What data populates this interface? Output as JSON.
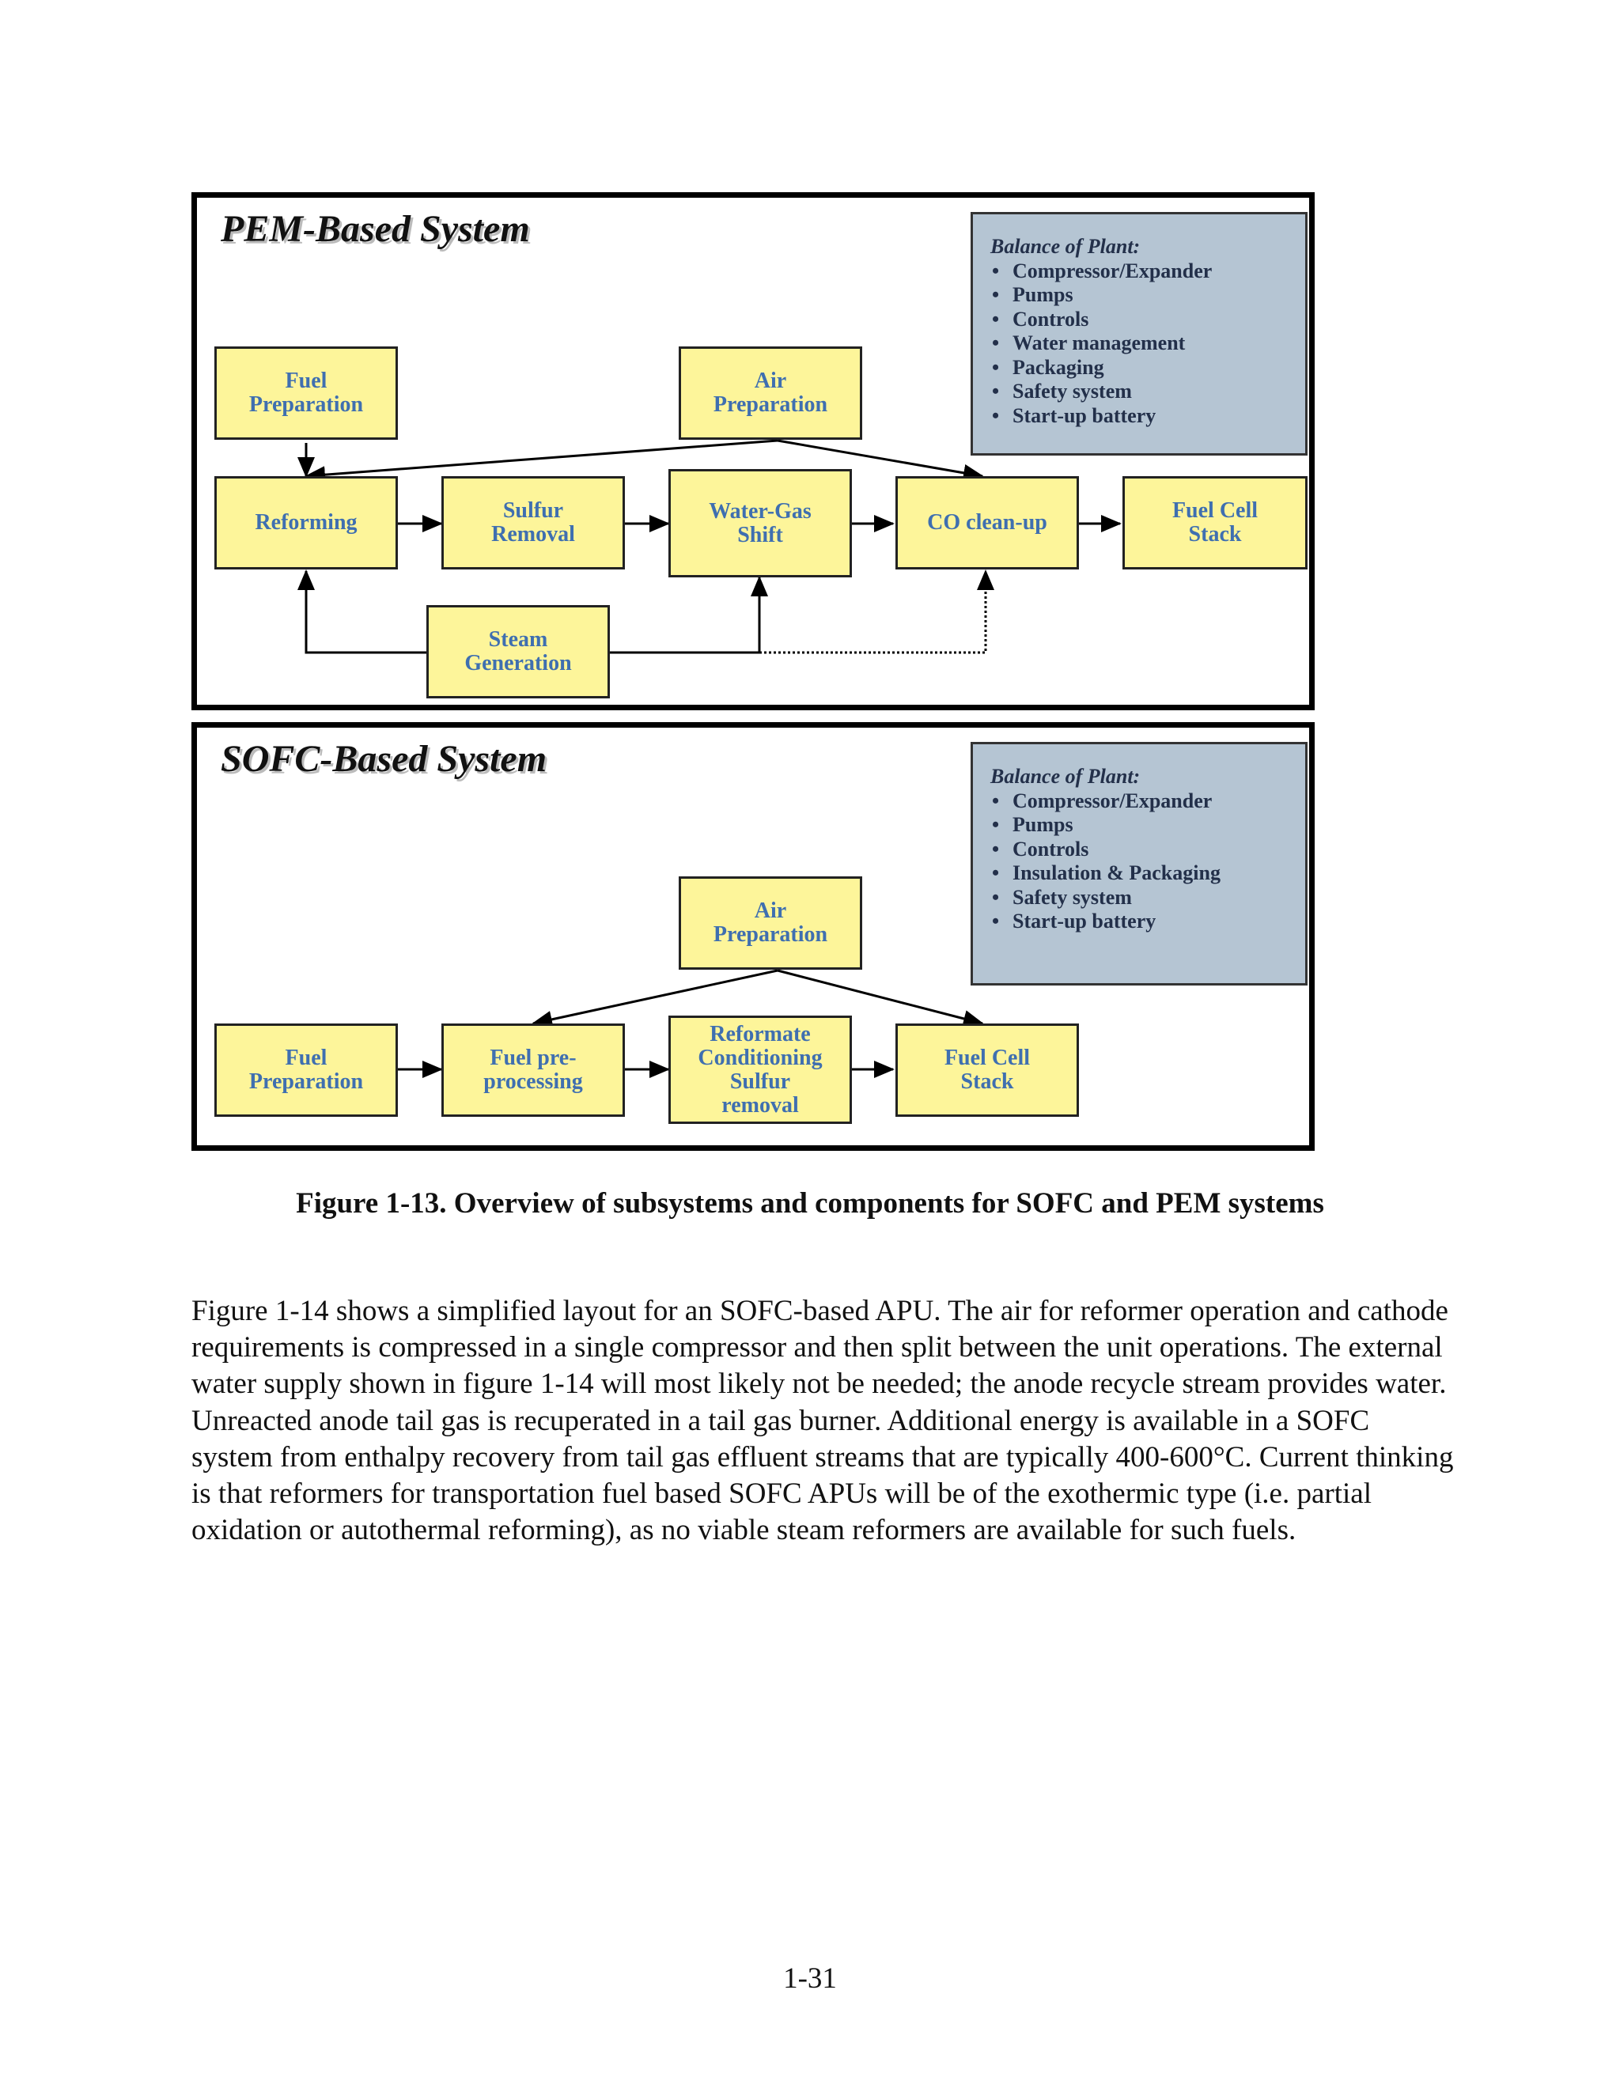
{
  "figure": {
    "pem": {
      "title": "PEM-Based System",
      "blocks": {
        "fuel_prep": "Fuel\nPreparation",
        "air_prep": "Air\nPreparation",
        "reforming": "Reforming",
        "sulfur_removal": "Sulfur\nRemoval",
        "water_gas_shift": "Water-Gas\nShift",
        "co_cleanup": "CO clean-up",
        "fuel_cell_stack": "Fuel Cell\nStack",
        "steam_generation": "Steam\nGeneration"
      },
      "balance_of_plant": {
        "title": "Balance of Plant:",
        "items": [
          "Compressor/Expander",
          "Pumps",
          "Controls",
          "Water management",
          "Packaging",
          "Safety system",
          "Start-up battery"
        ]
      }
    },
    "sofc": {
      "title": "SOFC-Based System",
      "blocks": {
        "air_prep": "Air\nPreparation",
        "fuel_prep": "Fuel\nPreparation",
        "fuel_preprocessing": "Fuel pre-\nprocessing",
        "reformate_conditioning": "Reformate\nConditioning\nSulfur\nremoval",
        "fuel_cell_stack": "Fuel Cell\nStack"
      },
      "balance_of_plant": {
        "title": "Balance of Plant:",
        "items": [
          "Compressor/Expander",
          "Pumps",
          "Controls",
          "Insulation & Packaging",
          "Safety system",
          "Start-up battery"
        ]
      }
    },
    "caption": "Figure 1-13.  Overview of subsystems and components for SOFC and PEM systems"
  },
  "body_text": "Figure 1-14 shows a simplified layout for an SOFC-based APU.  The air for reformer operation and cathode requirements is compressed in a single compressor and then split between the unit operations. The external water supply shown in figure 1-14 will most likely not be needed; the anode recycle stream provides water.  Unreacted anode tail gas is recuperated in a tail gas burner. Additional energy is available in a SOFC system from enthalpy recovery from tail gas effluent streams that are typically 400-600°C.  Current thinking is that reformers for transportation fuel based SOFC APUs will be of the exothermic type (i.e. partial oxidation or autothermal reforming), as no viable steam reformers are available for such fuels.",
  "page_number": "1-31"
}
